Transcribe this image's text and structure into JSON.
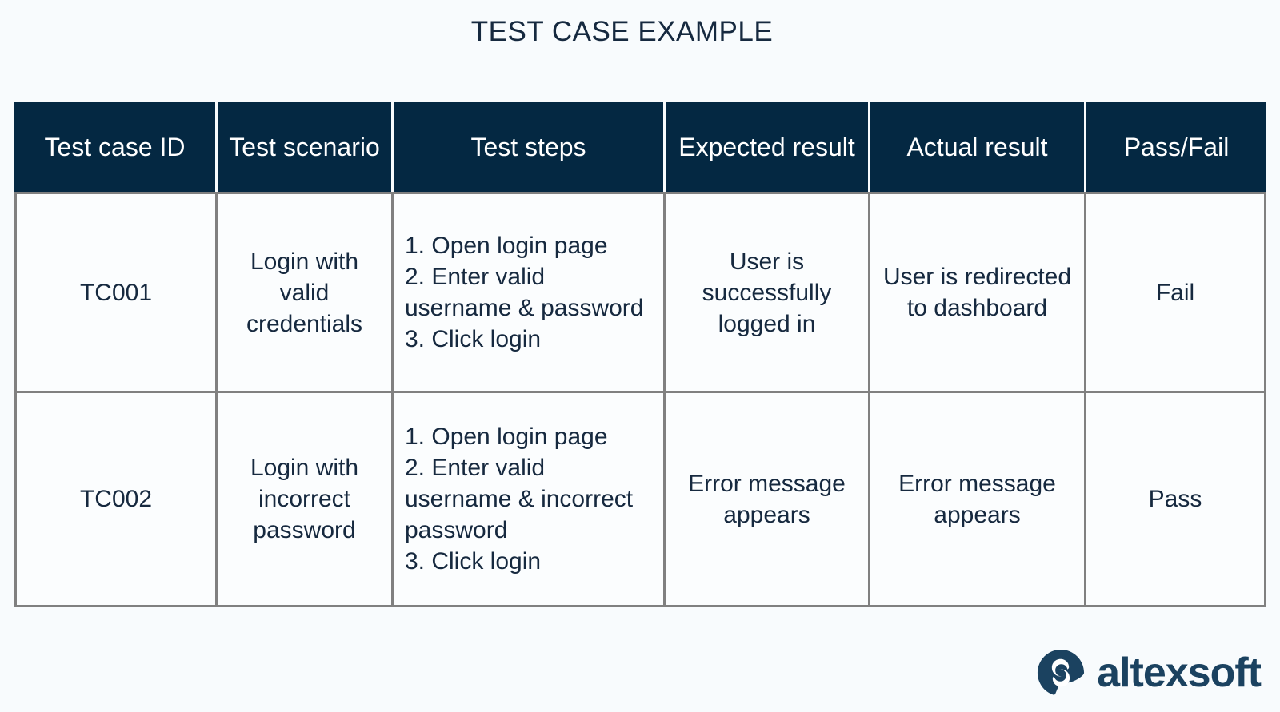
{
  "page": {
    "title": "TEST CASE EXAMPLE",
    "background_color": "#f8fbfd",
    "header_color": "#042842",
    "text_color": "#16293f",
    "border_color": "#808080"
  },
  "table": {
    "columns": [
      {
        "key": "test_case_id",
        "label": "Test case ID"
      },
      {
        "key": "test_scenario",
        "label": "Test\nscenario"
      },
      {
        "key": "test_steps",
        "label": "Test steps"
      },
      {
        "key": "expected_result",
        "label": "Expected\nresult"
      },
      {
        "key": "actual_result",
        "label": "Actual result"
      },
      {
        "key": "pass_fail",
        "label": "Pass/Fail"
      }
    ],
    "rows": [
      {
        "test_case_id": "TC001",
        "test_scenario": "Login with valid credentials",
        "test_steps": [
          "1. Open login page",
          "2. Enter valid username & password",
          "3. Click login"
        ],
        "expected_result": "User is successfully logged in",
        "actual_result": "User is redirected to dashboard",
        "pass_fail": "Fail"
      },
      {
        "test_case_id": "TC002",
        "test_scenario": "Login with incorrect password",
        "test_steps": [
          "1. Open login page",
          "2. Enter valid username & incorrect password",
          "3. Click login"
        ],
        "expected_result": "Error message appears",
        "actual_result": "Error message appears",
        "pass_fail": "Pass"
      }
    ]
  },
  "branding": {
    "logo_icon": "altexsoft-speech-bubble-icon",
    "wordmark": "altexsoft",
    "logo_color": "#1b4260"
  }
}
